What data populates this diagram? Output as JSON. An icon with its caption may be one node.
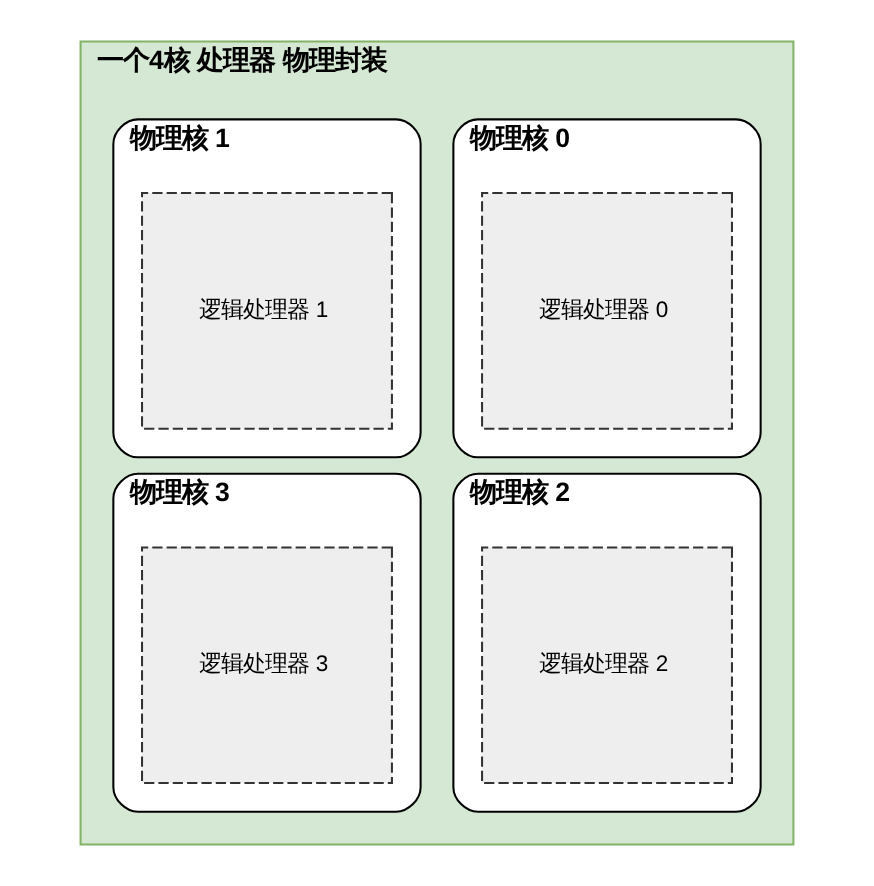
{
  "diagram": {
    "nodes": [
      {
        "text": [
          "一个4核 处理器 物理封装"
        ]
      },
      {
        "text": [
          "物理核 0"
        ],
        "in": 0
      },
      {
        "text": [
          "逻辑处理器 0"
        ],
        "in": 1
      },
      {
        "text": [
          "物理核 1"
        ],
        "in": 0
      },
      {
        "text": [
          "逻辑处理器 1"
        ],
        "in": 3
      },
      {
        "text": [
          "物理核 2"
        ],
        "in": 0
      },
      {
        "text": [
          "逻辑处理器 2"
        ],
        "in": 5
      },
      {
        "text": [
          "物理核 3"
        ],
        "in": 0
      },
      {
        "text": [
          "逻辑处理器 3"
        ],
        "in": 7
      }
    ],
    "edges": []
  }
}
